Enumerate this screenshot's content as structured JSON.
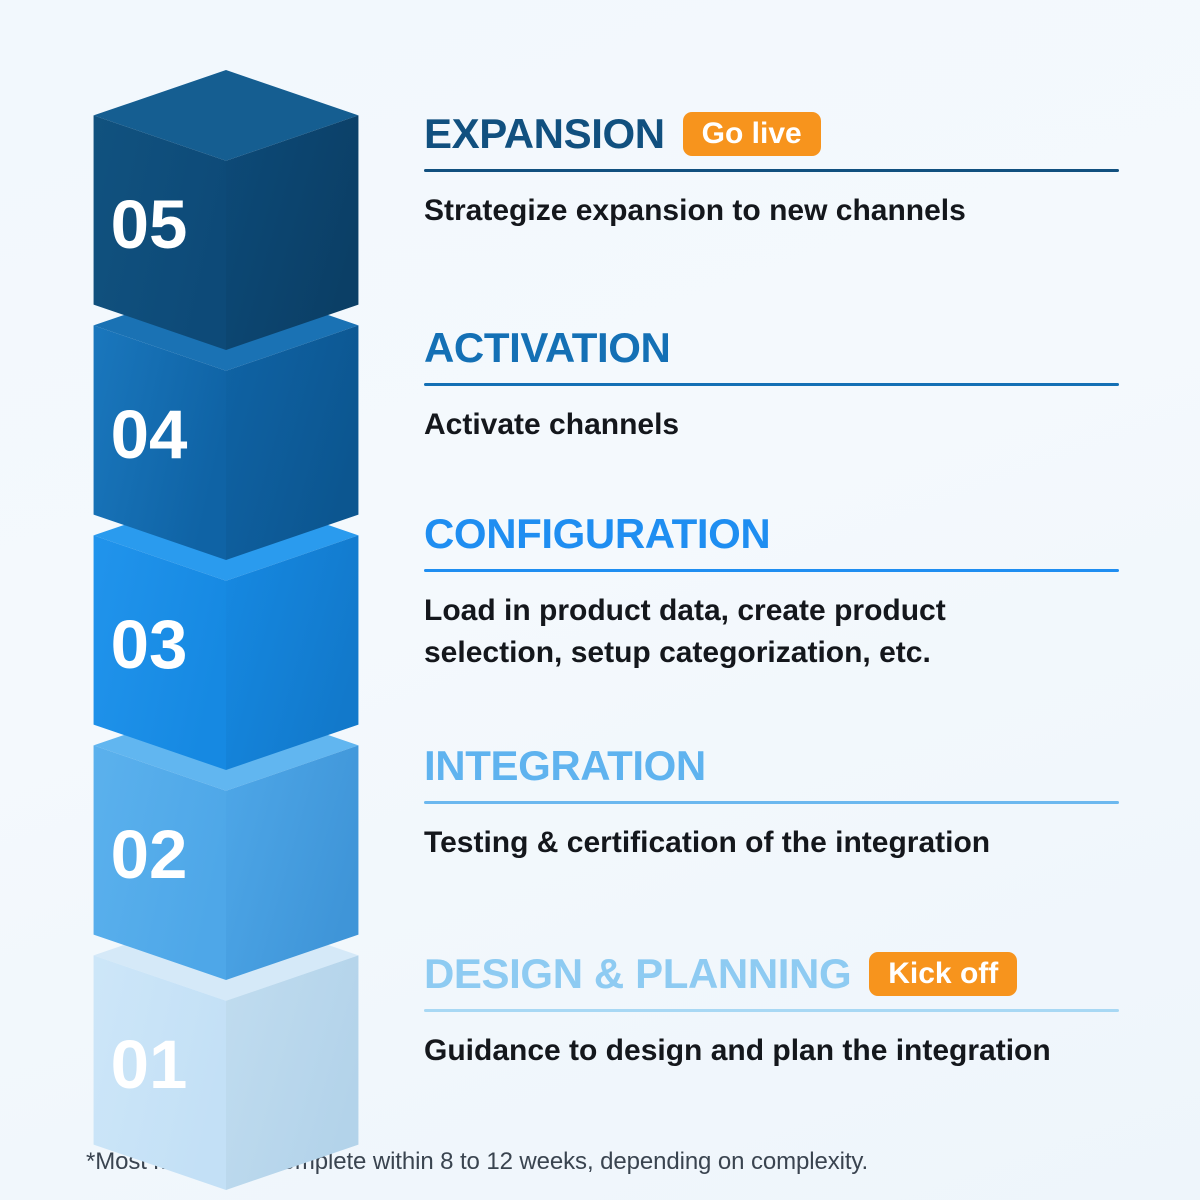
{
  "theme": {
    "background_top": "#f2f8fd",
    "background_bottom": "#eef5fb",
    "badge_color": "#f7941d",
    "badge_text_color": "#ffffff",
    "body_text_color": "#14171c",
    "footnote_color": "#3a4450"
  },
  "footnote": "*Most migrations complete within 8 to 12 weeks, depending on complexity.",
  "steps": [
    {
      "number": "05",
      "title": "EXPANSION",
      "description": "Strategize expansion to new channels",
      "badge": "Go live",
      "title_color": "#11507f",
      "rule_color": "#11507f",
      "cube": {
        "top": "#155e91",
        "left": "#0d4a78",
        "right": "#0b3f66",
        "left_light": "#11527f",
        "right_light": "#0d4a78"
      }
    },
    {
      "number": "04",
      "title": "ACTIVATION",
      "description": "Activate channels",
      "badge": "",
      "title_color": "#1470b5",
      "rule_color": "#1470b5",
      "cube": {
        "top": "#1a72b4",
        "left": "#0f63a5",
        "right": "#0c5690",
        "left_light": "#1a77bd",
        "right_light": "#0f63a5"
      }
    },
    {
      "number": "03",
      "title": "CONFIGURATION",
      "description": "Load in product data, create product\nselection, setup categorization, etc.",
      "badge": "",
      "title_color": "#1f8ef1",
      "rule_color": "#1f8ef1",
      "cube": {
        "top": "#2a9bee",
        "left": "#1689e2",
        "right": "#1279cb",
        "left_light": "#2194ec",
        "right_light": "#1689e2"
      }
    },
    {
      "number": "02",
      "title": "INTEGRATION",
      "description": "Testing & certification of the integration",
      "badge": "",
      "title_color": "#5fb3ef",
      "rule_color": "#6cb8ef",
      "cube": {
        "top": "#61b6f0",
        "left": "#4ea7e8",
        "right": "#3f95d8",
        "left_light": "#5bb1ed",
        "right_light": "#4ea7e8"
      }
    },
    {
      "number": "01",
      "title": "DESIGN & PLANNING",
      "description": "Guidance to design and plan the integration",
      "badge": "Kick off",
      "title_color": "#8ecbf2",
      "rule_color": "#a8d8f4",
      "cube": {
        "top": "#d5e9f8",
        "left": "#c3e0f6",
        "right": "#b3d3ea",
        "left_light": "#cde6f8",
        "right_light": "#c0dcef"
      }
    }
  ]
}
